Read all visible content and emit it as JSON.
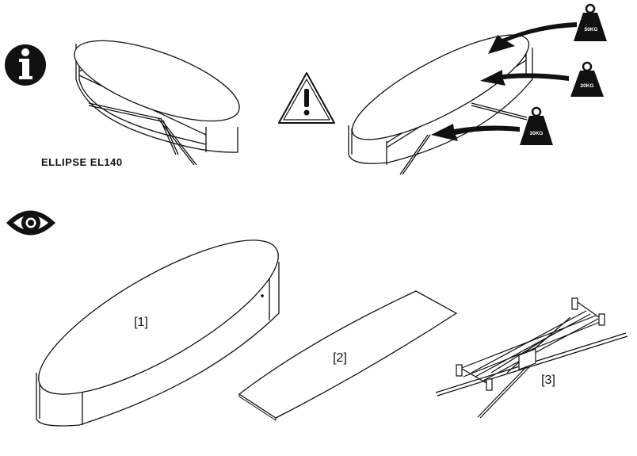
{
  "product": {
    "name": "ELLIPSE  EL140"
  },
  "icons": {
    "info": "info-icon",
    "warning": "warning-icon",
    "eye": "eye-icon",
    "weight": "weight-icon"
  },
  "weights": [
    {
      "label": "50KG"
    },
    {
      "label": "20KG"
    },
    {
      "label": "30KG"
    }
  ],
  "parts": [
    {
      "label": "[1]"
    },
    {
      "label": "[2]"
    },
    {
      "label": "[3]"
    }
  ],
  "colors": {
    "ink": "#111111",
    "top": "#ffffff"
  }
}
